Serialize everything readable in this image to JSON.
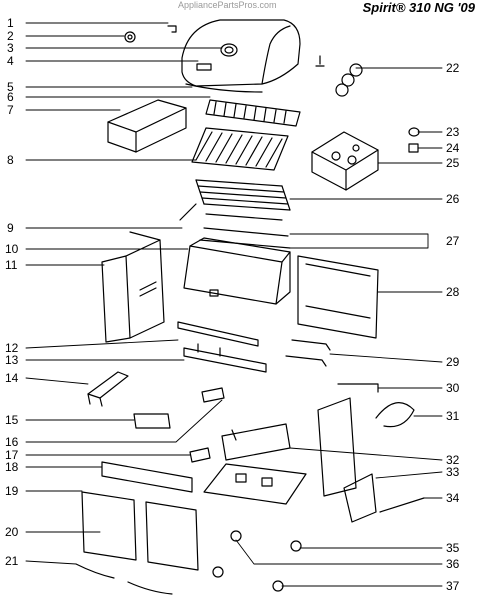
{
  "header": {
    "site": "AppliancePartsPros.com",
    "model": "Spirit® 310 NG '09"
  },
  "callouts": [
    "1",
    "2",
    "3",
    "4",
    "5",
    "6",
    "7",
    "8",
    "9",
    "10",
    "11",
    "12",
    "13",
    "14",
    "15",
    "16",
    "17",
    "18",
    "19",
    "20",
    "21",
    "22",
    "23",
    "24",
    "25",
    "26",
    "27",
    "28",
    "29",
    "30",
    "31",
    "32",
    "33",
    "34",
    "35",
    "36",
    "37"
  ]
}
